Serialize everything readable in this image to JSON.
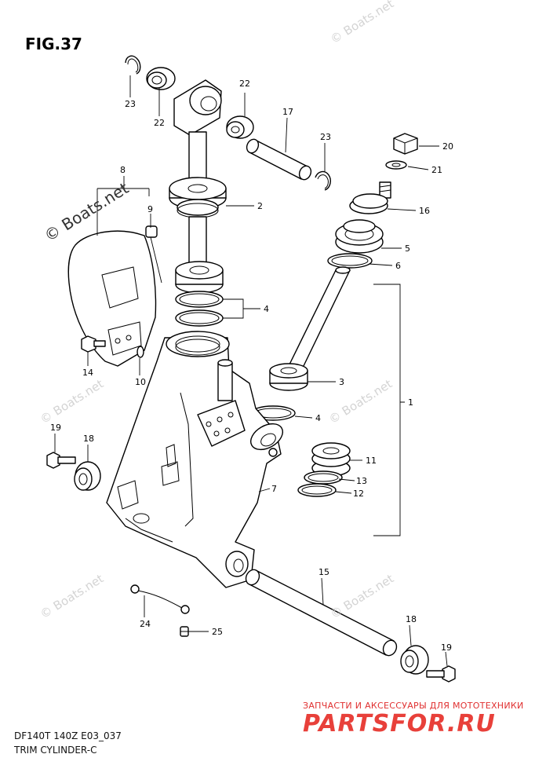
{
  "figure": {
    "title": "FIG.37",
    "model_code": "DF140T 140Z E03_037",
    "subtitle": "TRIM CYLINDER-C"
  },
  "watermark": {
    "text": "© Boats.net"
  },
  "brand": {
    "tagline": "ЗАПЧАСТИ И АКСЕССУАРЫ ДЛЯ МОТОТЕХНИКИ",
    "name": "PARTSFOR.RU",
    "color": "#e8403a"
  },
  "callouts": {
    "c1": "1",
    "c2": "2",
    "c3": "3",
    "c4a": "4",
    "c4b": "4",
    "c5": "5",
    "c6": "6",
    "c7": "7",
    "c8": "8",
    "c9": "9",
    "c10": "10",
    "c11": "11",
    "c12": "12",
    "c13": "13",
    "c14": "14",
    "c15": "15",
    "c16": "16",
    "c17": "17",
    "c18a": "18",
    "c18b": "18",
    "c19a": "19",
    "c19b": "19",
    "c20": "20",
    "c21": "21",
    "c22a": "22",
    "c22b": "22",
    "c23a": "23",
    "c23b": "23",
    "c24": "24",
    "c25": "25"
  }
}
